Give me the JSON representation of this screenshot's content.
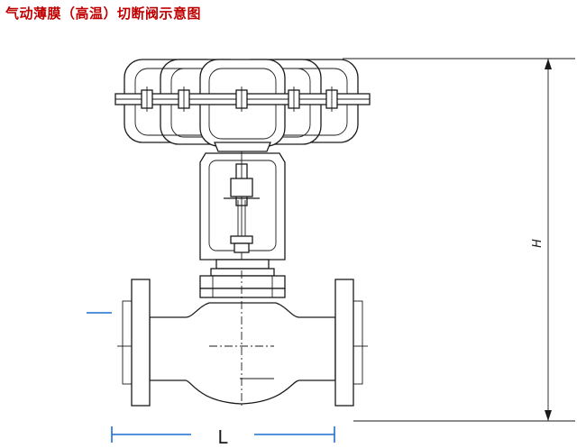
{
  "title": "气动薄膜（高温）切断阀示意图",
  "dimensions": {
    "height_label": "H",
    "length_label": "L"
  },
  "colors": {
    "title": "#c00000",
    "drawing": "#1a1a1a",
    "dimension_blue": "#1e6fd0"
  }
}
